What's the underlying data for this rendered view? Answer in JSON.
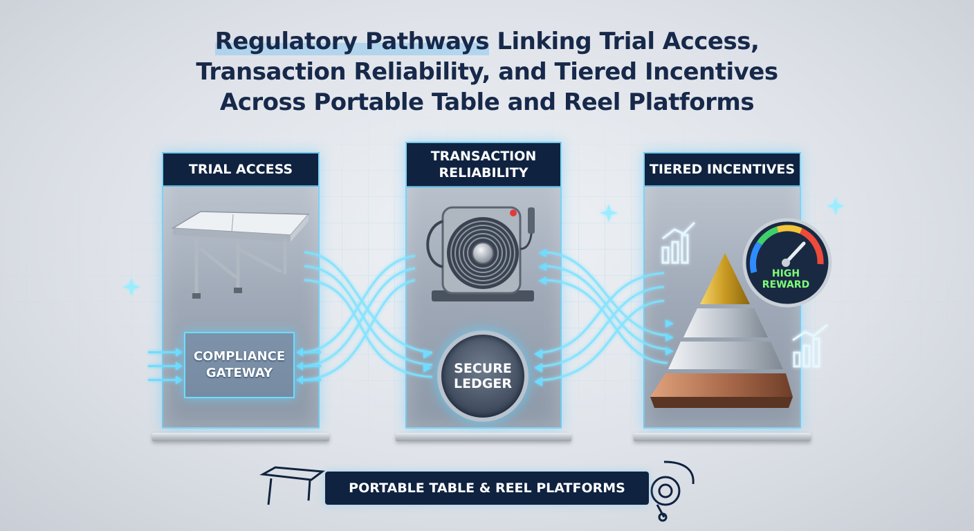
{
  "title": {
    "highlight": "Regulatory Pathways",
    "line1_rest": " Linking Trial Access,",
    "line2": "Transaction Reliability, and Tiered Incentives",
    "line3": "Across Portable Table and Reel Platforms"
  },
  "panels": [
    {
      "header": "TRIAL ACCESS",
      "icon": "folding-table-icon"
    },
    {
      "header_line1": "TRANSACTION",
      "header_line2": "RELIABILITY",
      "icon": "reel-icon"
    },
    {
      "header": "TIERED INCENTIVES",
      "icon": "pyramid-icon"
    }
  ],
  "compliance_gateway": {
    "line1": "COMPLIANCE",
    "line2": "GATEWAY"
  },
  "secure_ledger": {
    "line1": "SECURE",
    "line2": "LEDGER"
  },
  "gauge": {
    "line1": "HIGH",
    "line2": "REWARD"
  },
  "footer": {
    "label": "PORTABLE TABLE & REEL PLATFORMS"
  },
  "colors": {
    "navy": "#0f2240",
    "glow": "#6fdcff",
    "gold": "#d9b23a",
    "silver": "#c9cfd6",
    "bronze": "#a8694a"
  }
}
